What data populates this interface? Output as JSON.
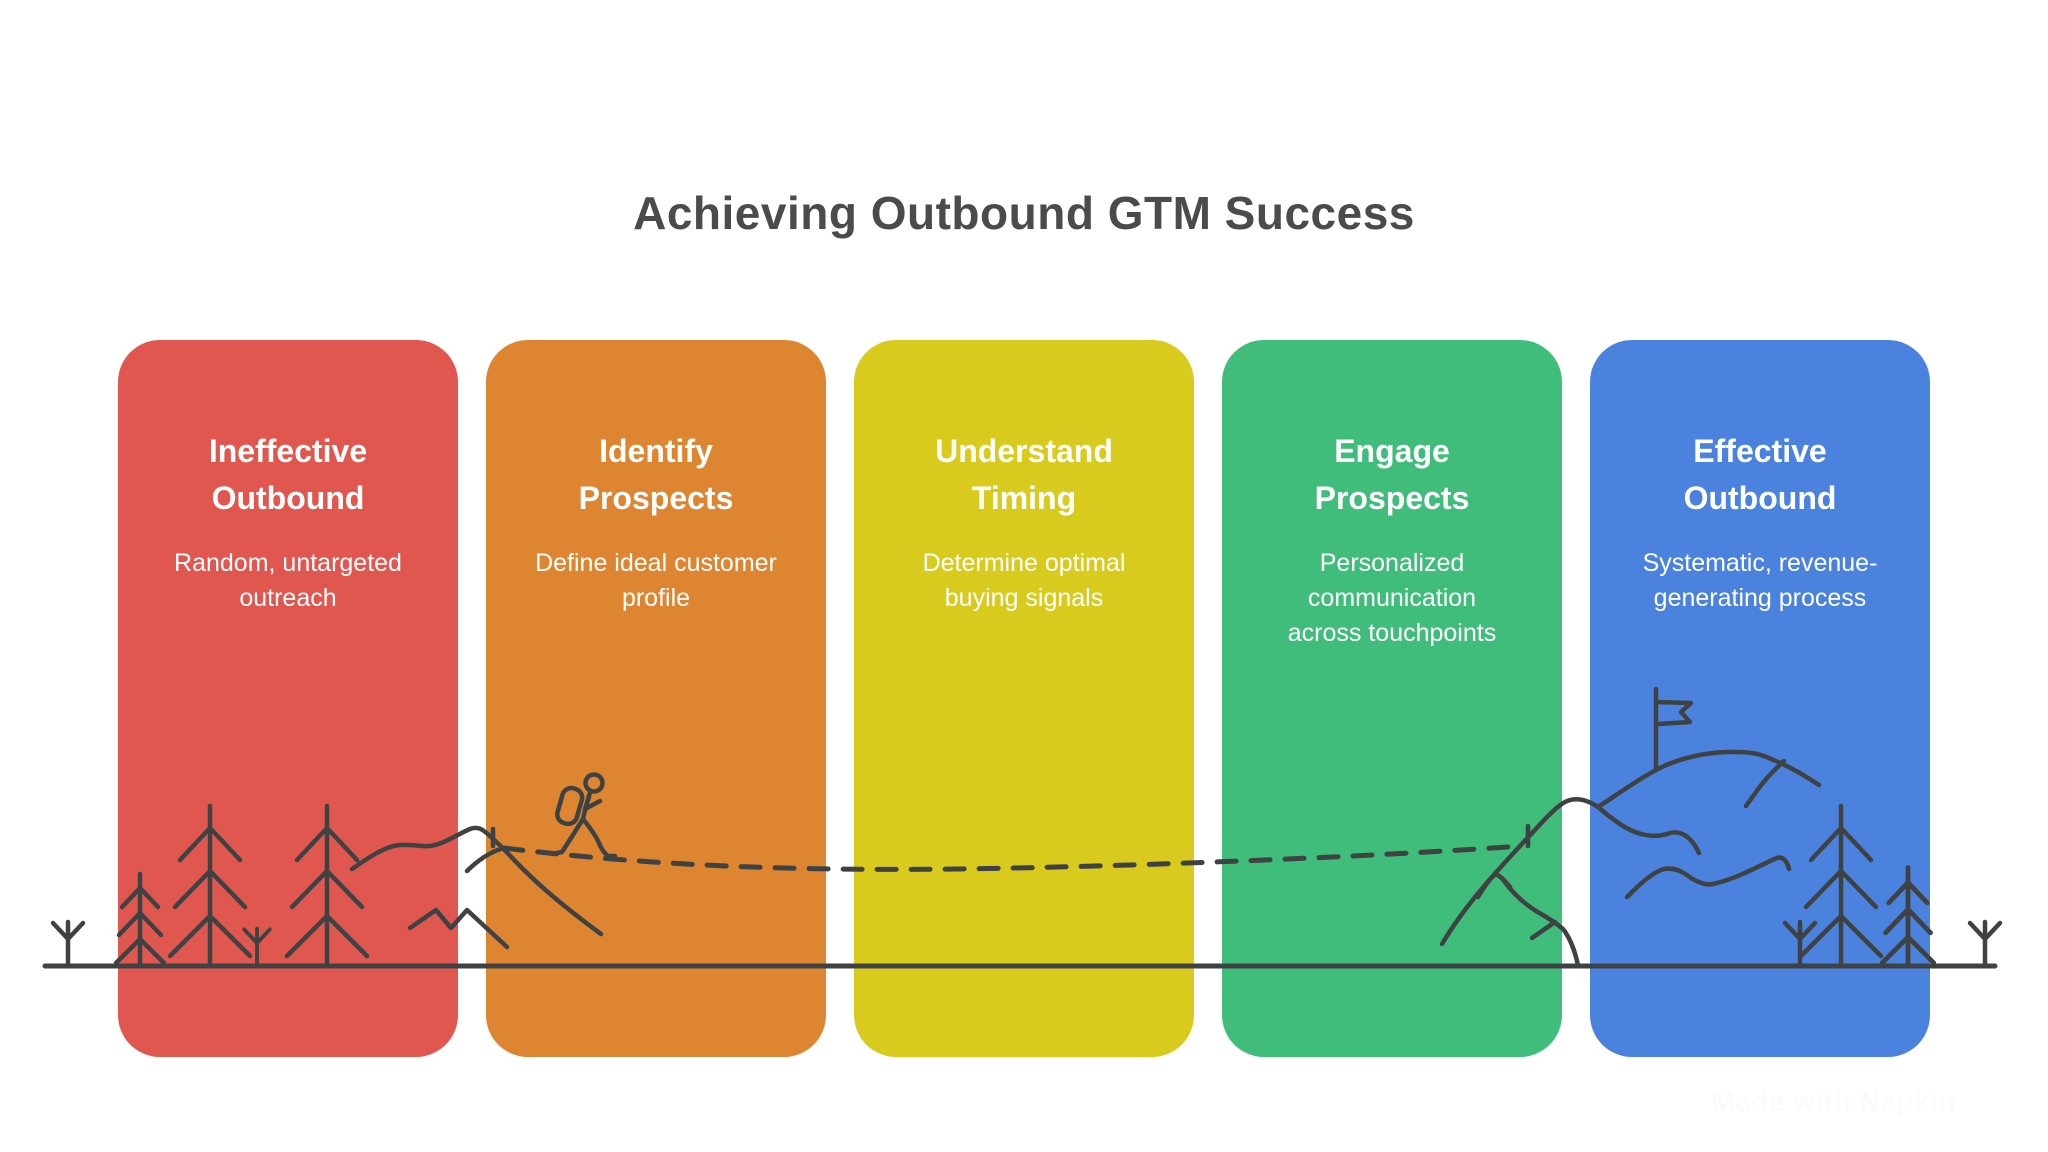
{
  "title": "Achieving Outbound GTM Success",
  "cards": [
    {
      "title": "Ineffective Outbound",
      "description": "Random, untargeted outreach",
      "color": "#e0574f"
    },
    {
      "title": "Identify Prospects",
      "description": "Define ideal customer profile",
      "color": "#dd8531"
    },
    {
      "title": "Understand Timing",
      "description": "Determine optimal buying signals",
      "color": "#d9ca1e"
    },
    {
      "title": "Engage Prospects",
      "description": "Personalized communication across touchpoints",
      "color": "#40bd7a"
    },
    {
      "title": "Effective Outbound",
      "description": "Systematic, revenue-generating process",
      "color": "#4b82de"
    }
  ],
  "illustration": {
    "icons": [
      "pine-tree",
      "sapling",
      "mountain-ridge",
      "hiker",
      "summit-flag",
      "trail-dashed-path",
      "ground-line"
    ]
  },
  "watermark": {
    "text": "Made with Napkin",
    "color": "#fbfbfb"
  },
  "colors": {
    "background": "#ffffff",
    "title_text": "#4b4b4b",
    "card_text": "#ffffff",
    "line_art": "#3f4243"
  }
}
